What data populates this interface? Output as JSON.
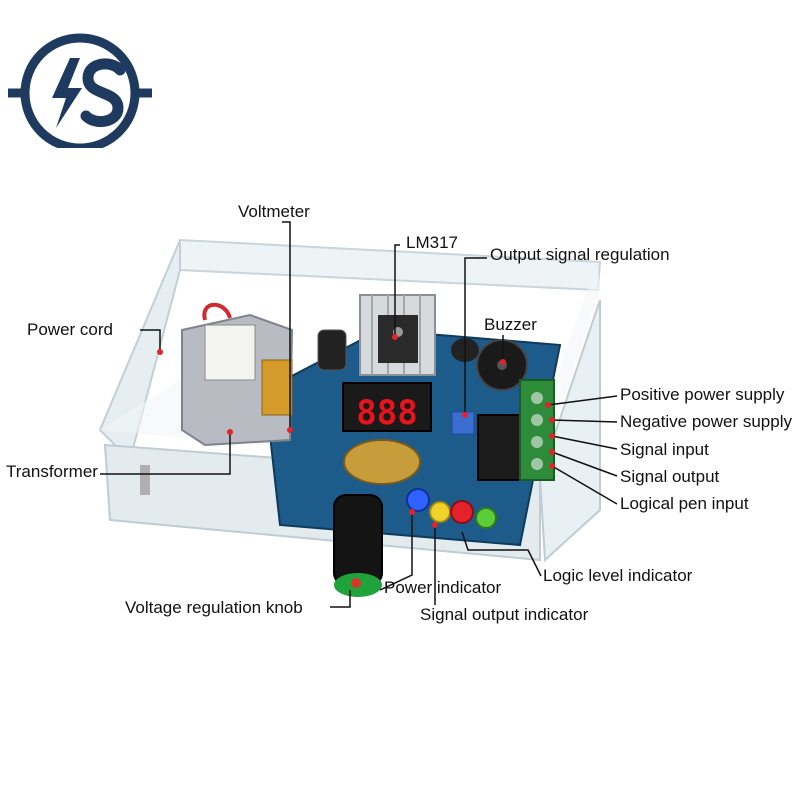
{
  "logo": {
    "text": "S",
    "color": "#1f3a5f"
  },
  "labels": {
    "voltmeter": "Voltmeter",
    "lm317": "LM317",
    "output_signal_regulation": "Output signal regulation",
    "power_cord": "Power cord",
    "buzzer": "Buzzer",
    "positive_power_supply": "Positive power supply",
    "negative_power_supply": "Negative power supply",
    "signal_input": "Signal input",
    "transformer": "Transformer",
    "signal_output": "Signal output",
    "logical_pen_input": "Logical pen input",
    "logic_level_indicator": "Logic level indicator",
    "power_indicator": "Power indicator",
    "voltage_regulation_knob": "Voltage regulation knob",
    "signal_output_indicator": "Signal output indicator"
  },
  "display": {
    "digits": "888",
    "color": "#e8141c"
  },
  "colors": {
    "pcb": "#1d5b8a",
    "terminal": "#2e8b3a",
    "acrylic": "#dfe9ee",
    "leader": "#111111"
  }
}
